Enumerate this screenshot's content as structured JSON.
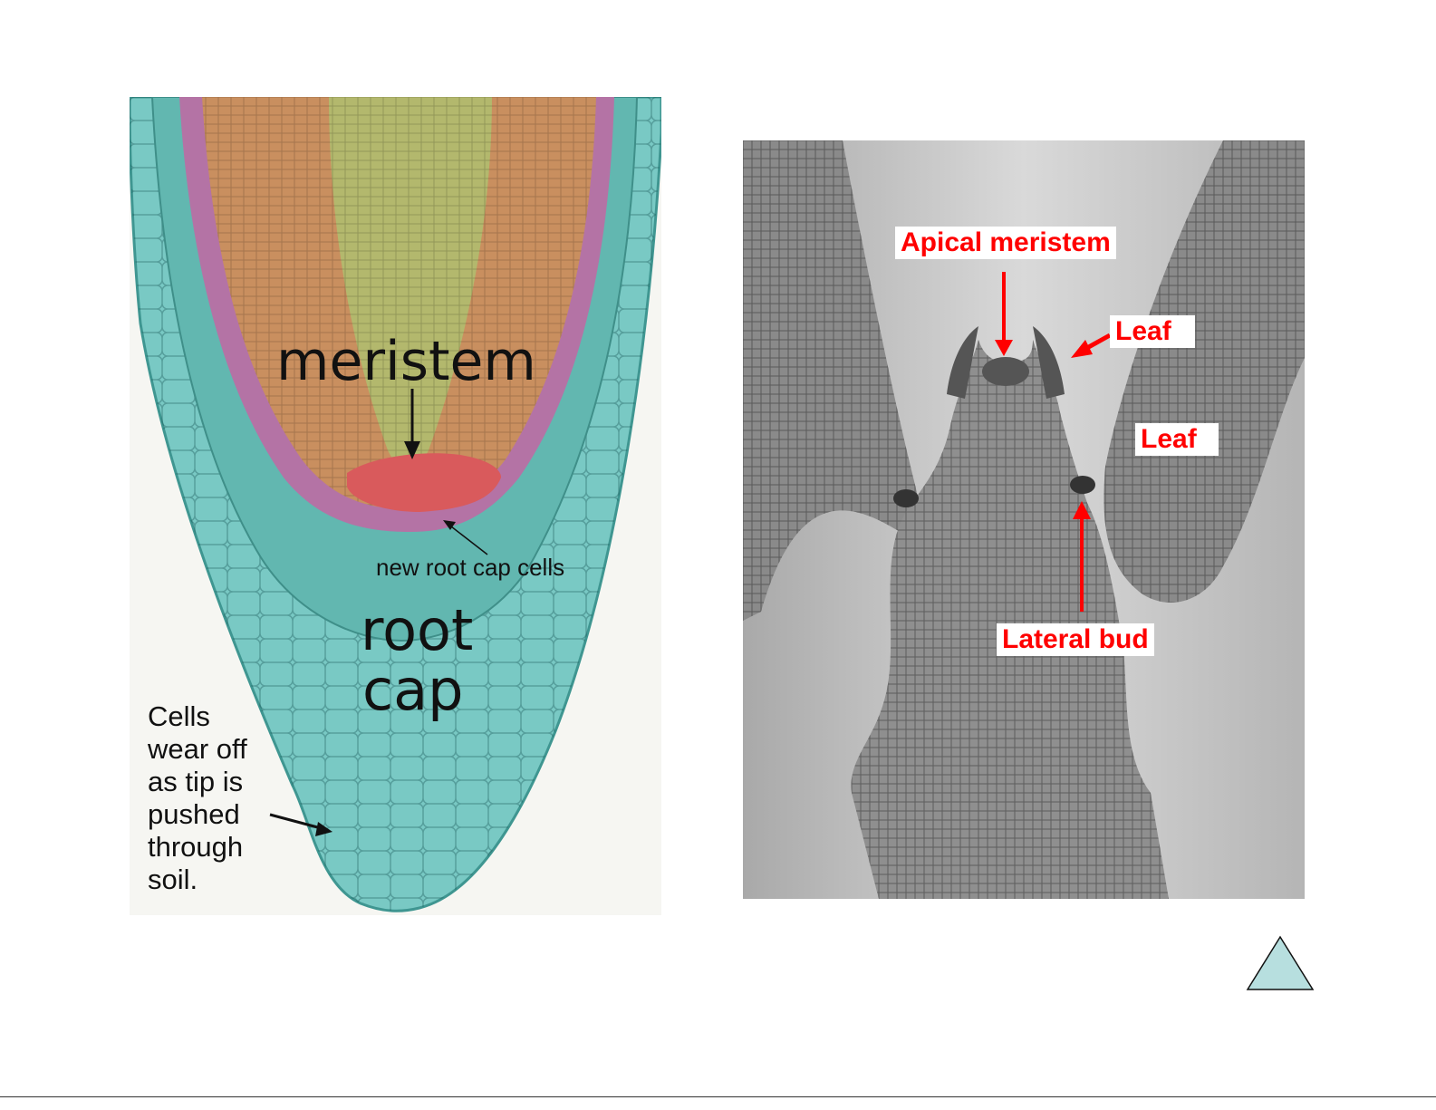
{
  "root_figure": {
    "labels": {
      "meristem": "meristem",
      "new_cells": "new root cap cells",
      "root": "root",
      "cap": "cap",
      "wear_lines": [
        "Cells",
        "wear off",
        "as tip is",
        "pushed",
        "through",
        "soil."
      ]
    },
    "colors": {
      "background": "#f6f6f2",
      "root_cap": "#79c9c4",
      "epidermis": "#62b7b0",
      "cortex": "#c98f5f",
      "vascular": "#b3b86d",
      "outer_band": "#b473a5",
      "meristem_zone": "#d95a5c"
    }
  },
  "shoot_figure": {
    "labels": {
      "apical_meristem": "Apical meristem",
      "leaf_upper": "Leaf",
      "leaf_lower": "Leaf",
      "lateral_bud": "Lateral bud"
    },
    "colors": {
      "label_text": "#ff0000",
      "arrow": "#ff0000",
      "tissue": "#8a8a8a",
      "background": "#bdbdbd"
    }
  },
  "nav": {
    "icon": "triangle-up-icon",
    "fill": "#b7dfdf"
  }
}
